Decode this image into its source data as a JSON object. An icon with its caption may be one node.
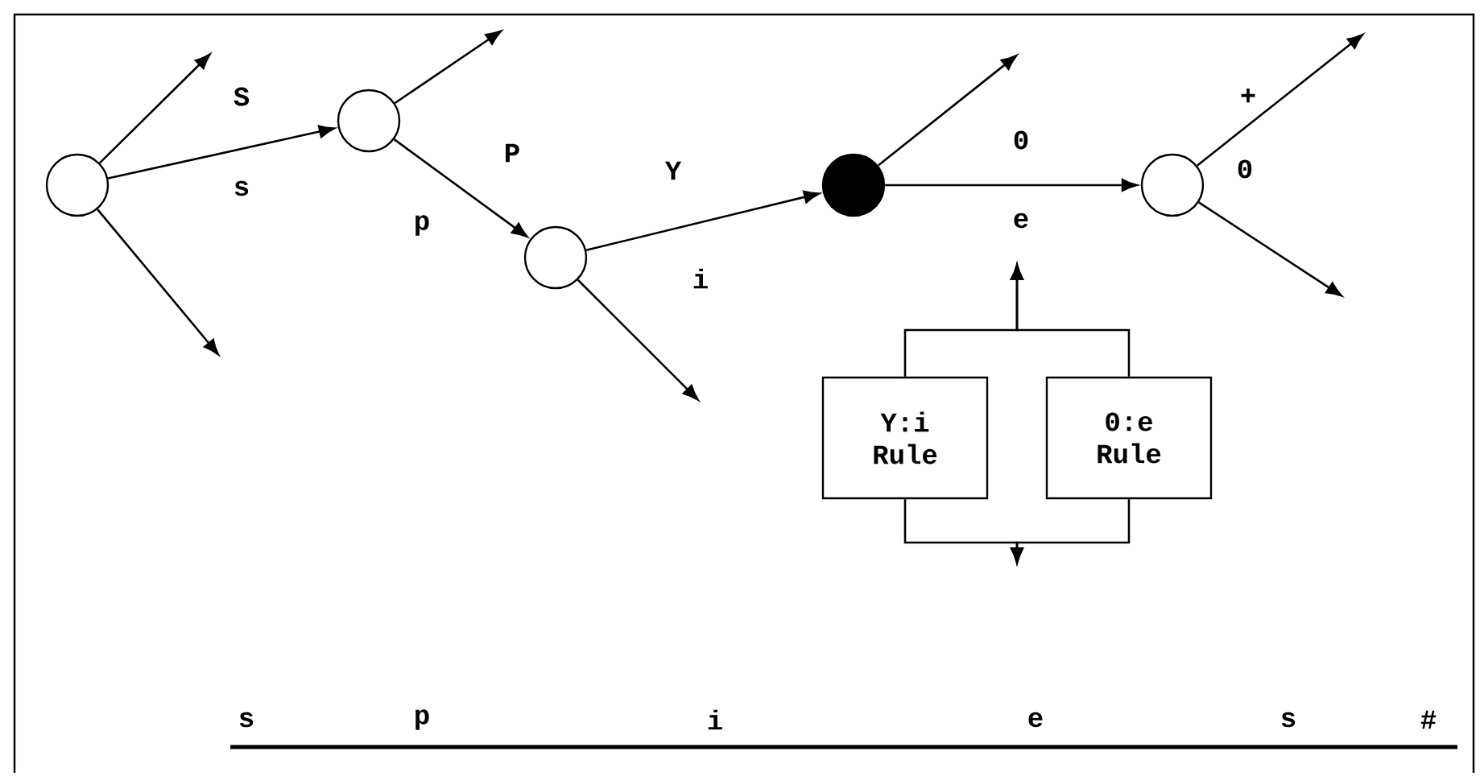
{
  "diagram": {
    "nodes": [
      {
        "text": [],
        "shape": "circle"
      },
      {
        "text": [],
        "shape": "circle"
      },
      {
        "text": [],
        "shape": "circle"
      },
      {
        "text": [],
        "shape": "circle"
      },
      {
        "text": [],
        "shape": "circle"
      },
      {
        "text": [
          "Y:i Rule"
        ]
      },
      {
        "text": [
          "0:e Rule"
        ]
      }
    ],
    "edges": [
      {
        "from": 0,
        "to": null,
        "arrow": "to"
      },
      {
        "from": 0,
        "to": 1,
        "arrow": "to",
        "label": "S"
      },
      {
        "from": 0,
        "to": null,
        "arrow": "to"
      },
      {
        "from": 1,
        "to": null,
        "arrow": "to"
      },
      {
        "from": 1,
        "to": 2,
        "arrow": "to",
        "label": "P"
      },
      {
        "from": 2,
        "to": 3,
        "arrow": "to",
        "label": "Y"
      },
      {
        "from": 2,
        "to": null,
        "arrow": "to"
      },
      {
        "from": 3,
        "to": null,
        "arrow": "to"
      },
      {
        "from": 3,
        "to": 4,
        "arrow": "to",
        "label": "0"
      },
      {
        "from": 4,
        "to": null,
        "arrow": "to",
        "label": "+"
      },
      {
        "from": 4,
        "to": null,
        "arrow": "to"
      },
      {
        "from": 5,
        "to": null,
        "arrow": "to"
      },
      {
        "from": 6,
        "to": null,
        "arrow": "to"
      },
      {
        "from": 5,
        "to": null,
        "arrow": "to"
      },
      {
        "from": 6,
        "to": null,
        "arrow": "to"
      }
    ],
    "labels": [
      "s",
      "p",
      "i",
      "e",
      "0",
      "s",
      "p",
      "i",
      "e",
      "s",
      "#"
    ]
  }
}
